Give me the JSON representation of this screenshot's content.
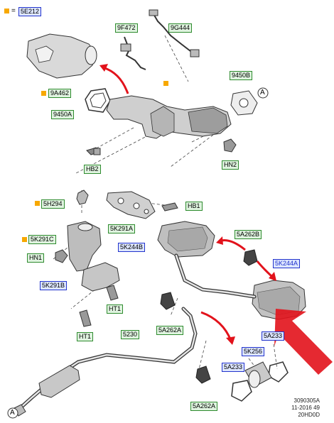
{
  "legend": {
    "equals": "=",
    "code": "5E212"
  },
  "parts": {
    "p_9F472": "9F472",
    "p_9G444": "9G444",
    "p_9A462": "9A462",
    "p_9450A": "9450A",
    "p_9450B": "9450B",
    "p_HB2": "HB2",
    "p_HN2": "HN2",
    "p_5H294": "5H294",
    "p_5K291A": "5K291A",
    "p_HB1": "HB1",
    "p_5K291C": "5K291C",
    "p_5K244B": "5K244B",
    "p_5A262B": "5A262B",
    "p_HN1": "HN1",
    "p_5K244A": "5K244A",
    "p_5K291B": "5K291B",
    "p_HT1a": "HT1",
    "p_HT1b": "HT1",
    "p_5230": "5230",
    "p_5A262A_1": "5A262A",
    "p_5A233_1": "5A233",
    "p_5K256": "5K256",
    "p_5A233_2": "5A233",
    "p_5A262A_2": "5A262A"
  },
  "callout": "A",
  "footer": {
    "line1": "3090305A",
    "line2": "11-2016 49",
    "line3": "20HD0D"
  },
  "colors": {
    "green_bg": "#dff3df",
    "green_border": "#2e8b2e",
    "blue_bg": "#dde6ff",
    "blue_border": "#2233cc",
    "arrow_red": "#e2121b",
    "marker": "#f7a800"
  }
}
